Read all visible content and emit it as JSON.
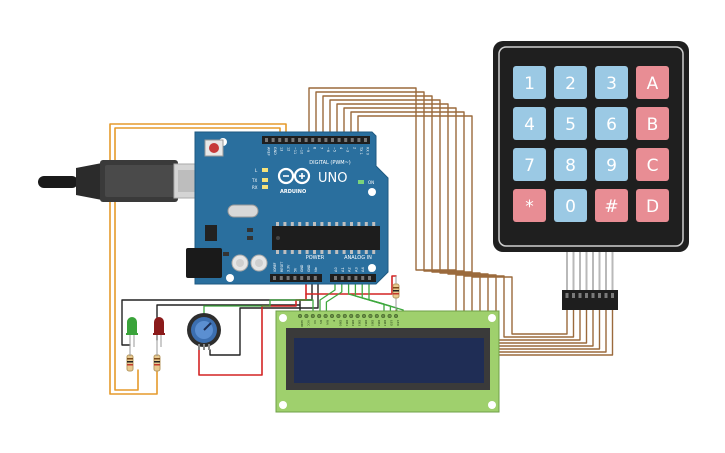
{
  "board": {
    "brand": "ARDUINO",
    "model": "UNO",
    "digital_label": "DIGITAL (PWM~)",
    "power_label": "POWER",
    "analog_label": "ANALOG IN",
    "on_label": "ON",
    "l_label": "L",
    "tx_label": "TX",
    "rx_label": "RX",
    "header_top_labels": [
      "AREF",
      "GND",
      "13",
      "12",
      "~11",
      "~10",
      "~9",
      "8",
      "7",
      "~6",
      "~5",
      "4",
      "~3",
      "2",
      "TX 1",
      "RX 0"
    ],
    "power_pins": [
      "IOREF",
      "RESET",
      "3.3V",
      "5V",
      "GND",
      "GND",
      "Vin"
    ],
    "analog_pins": [
      "A0",
      "A1",
      "A2",
      "A3",
      "A4",
      "A5"
    ]
  },
  "keypad": {
    "keys": [
      [
        "1",
        "2",
        "3",
        "A"
      ],
      [
        "4",
        "5",
        "6",
        "B"
      ],
      [
        "7",
        "8",
        "9",
        "C"
      ],
      [
        "*",
        "0",
        "#",
        "D"
      ]
    ],
    "colors": {
      "number": "#9bc9e4",
      "letter": "#e88d94"
    }
  },
  "lcd": {
    "pins": [
      "GND",
      "VCC",
      "V0",
      "RS",
      "RW",
      "E",
      "DB0",
      "DB1",
      "DB2",
      "DB3",
      "DB4",
      "DB5",
      "DB6",
      "DB7",
      "LED",
      "LED"
    ],
    "screen_color": "#1f2d55",
    "bezel_color": "#9fd06d"
  },
  "leds": [
    {
      "name": "green-led",
      "color": "#3aa33a"
    },
    {
      "name": "red-led",
      "color": "#8b1b1b"
    }
  ],
  "wire_colors": {
    "keypad": "#9b6a3c",
    "orange": "#e59a2b",
    "red": "#d32424",
    "green": "#3ea83e",
    "black": "#222222"
  }
}
